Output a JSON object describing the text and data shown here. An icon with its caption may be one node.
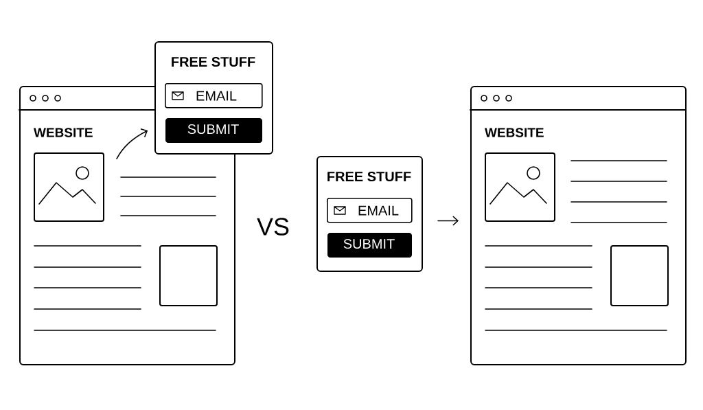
{
  "diagram": {
    "nodes": [
      {
        "text": [
          "WEBSITE"
        ]
      },
      {
        "text": [
          "FREE STUFF"
        ]
      },
      {
        "text": [
          "EMAIL"
        ],
        "in": 1
      },
      {
        "text": [
          "SUBMIT"
        ],
        "in": 1
      },
      {
        "text": [
          "FREE STUFF"
        ]
      },
      {
        "text": [
          "EMAIL"
        ],
        "in": 4
      },
      {
        "text": [
          "SUBMIT"
        ],
        "in": 4
      },
      {
        "text": [
          "WEBSITE"
        ]
      }
    ],
    "edges": [
      {
        "from": 0,
        "to": 1,
        "arrow": "to"
      },
      {
        "from": 4,
        "to": 7,
        "arrow": "to"
      }
    ],
    "labels": [
      "VS"
    ]
  }
}
